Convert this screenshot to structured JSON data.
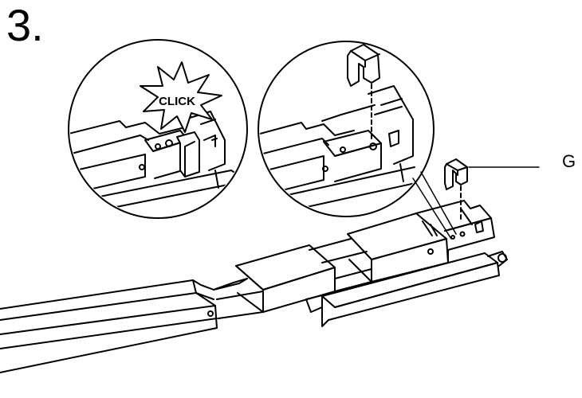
{
  "figure": {
    "step_number": "3.",
    "callout_word": "CLICK",
    "part_label": "G"
  },
  "icons": [
    "click-burst-icon",
    "clip-part-icon",
    "insert-arrow-icon"
  ]
}
